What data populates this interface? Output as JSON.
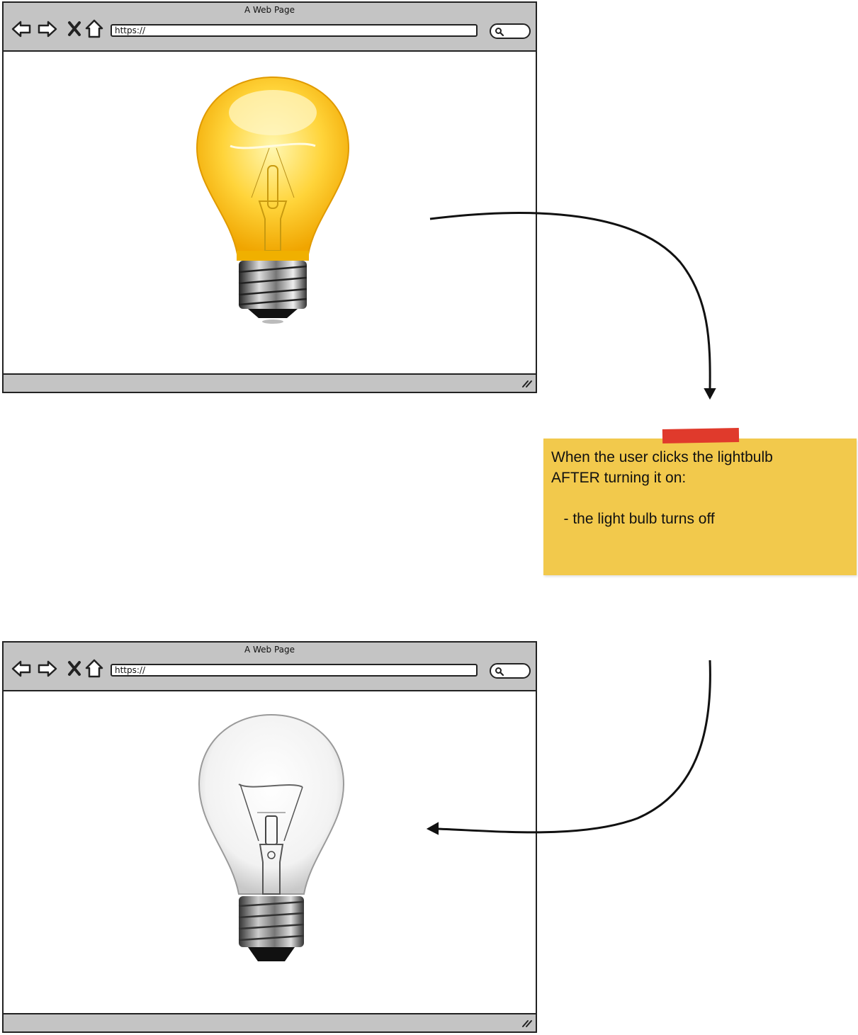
{
  "browser_top": {
    "title": "A Web Page",
    "url": "https://",
    "bulb_state": "on"
  },
  "browser_bottom": {
    "title": "A Web Page",
    "url": "https://",
    "bulb_state": "off"
  },
  "note": {
    "line1": "When the user clicks the lightbulb",
    "line2": "AFTER turning it on:",
    "line3": "",
    "line4": "   - the light bulb turns off"
  },
  "colors": {
    "chrome": "#c4c4c4",
    "note": "#f2c94c",
    "tape": "#e03a2c",
    "bulb_on": "#f7c21a"
  }
}
